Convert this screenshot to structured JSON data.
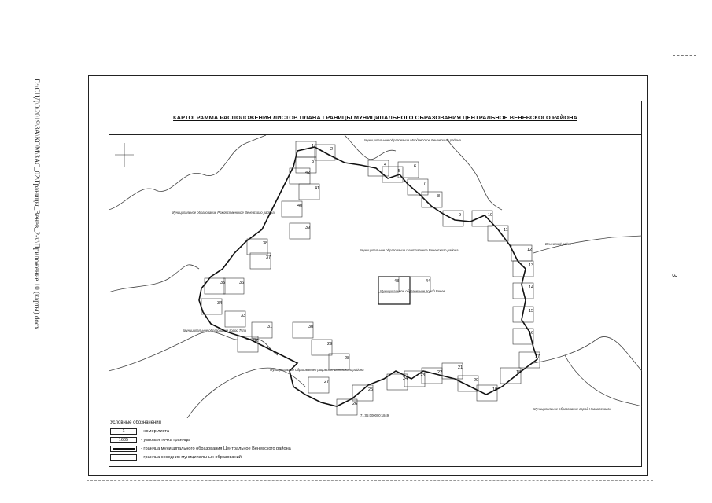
{
  "side_text": "D:\\СЦД\\0\\2019\\3А\\КОМ\\ЗАС_02\\Границы_Венев_2-ч\\Приложение 10 (карты).docx",
  "page_number": "3",
  "title": "КАРТОГРАММА РАСПОЛОЖЕНИЯ ЛИСТОВ ПЛАНА ГРАНИЦЫ МУНИЦИПАЛЬНОГО ОБРАЗОВАНИЯ ЦЕНТРАЛЬНОЕ ВЕНЕВСКОГО РАЙОНА",
  "colors": {
    "line": "#222222",
    "thin": "#444444"
  },
  "map": {
    "labels": {
      "north": "Муниципальное образование Мордвесское Веневского района",
      "west": "Муниципальное образование Рождественское Веневского района",
      "center": "Муниципальное образование Центральное Веневского района",
      "east": "Веневский район",
      "southwest": "Муниципальное образование город Тула",
      "south": "Муниципальное образование Грицовское Веневского района",
      "southeast": "Муниципальное образование город Новомосковск",
      "inner": "Муниципальное образование город Венев",
      "bottom_code": "71:05:000000:1849"
    },
    "sheets": [
      "1",
      "2",
      "3",
      "4",
      "5",
      "6",
      "7",
      "8",
      "9",
      "10",
      "11",
      "12",
      "13",
      "14",
      "15",
      "16",
      "17",
      "18",
      "19",
      "20",
      "21",
      "22",
      "23",
      "24",
      "25",
      "26",
      "27",
      "28",
      "29",
      "30",
      "31",
      "32",
      "33",
      "34",
      "35",
      "36",
      "37",
      "38",
      "39",
      "40",
      "41",
      "42",
      "43",
      "44"
    ]
  },
  "legend": {
    "title": "Условные обозначения",
    "items": [
      {
        "symbol": "1",
        "text": "- номер листа"
      },
      {
        "symbol": "1605",
        "text": "- узловая точка границы"
      },
      {
        "symbol": "",
        "text": "- граница муниципального образования Центральное Веневского района"
      },
      {
        "symbol": "",
        "text": "- граница соседних муниципальных образований"
      }
    ]
  }
}
